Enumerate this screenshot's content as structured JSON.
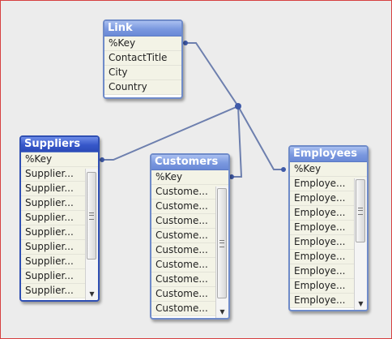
{
  "tables": {
    "link": {
      "title": "Link",
      "fields": [
        "%Key",
        "ContactTitle",
        "City",
        "Country"
      ]
    },
    "suppliers": {
      "title": "Suppliers",
      "fields": [
        "%Key",
        "Supplier...",
        "Supplier...",
        "Supplier...",
        "Supplier...",
        "Supplier...",
        "Supplier...",
        "Supplier...",
        "Supplier...",
        "Supplier..."
      ]
    },
    "customers": {
      "title": "Customers",
      "fields": [
        "%Key",
        "Custome...",
        "Custome...",
        "Custome...",
        "Custome...",
        "Custome...",
        "Custome...",
        "Custome...",
        "Custome...",
        "Custome..."
      ]
    },
    "employees": {
      "title": "Employees",
      "fields": [
        "%Key",
        "Employe...",
        "Employe...",
        "Employe...",
        "Employe...",
        "Employe...",
        "Employe...",
        "Employe...",
        "Employe...",
        "Employe..."
      ]
    }
  },
  "colors": {
    "link_line": "#6d7fae",
    "link_dot": "#3f5aa8",
    "title_inactive": "#7a98df",
    "title_active": "#3657c9",
    "frame_border": "#d64040"
  },
  "icons": {
    "scroll_up": "scroll-up-arrow-icon",
    "scroll_down": "scroll-down-arrow-icon",
    "scroll_grip": "scroll-grip-icon"
  }
}
